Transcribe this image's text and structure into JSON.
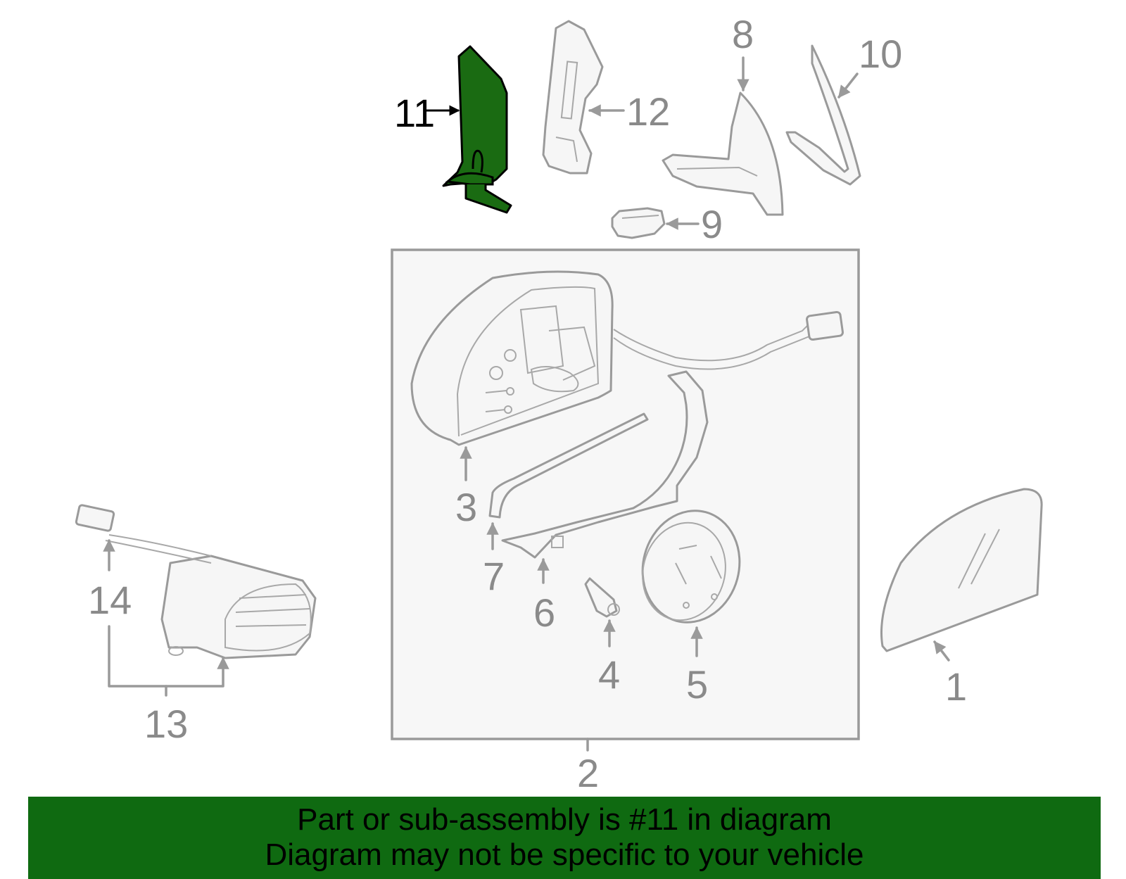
{
  "diagram": {
    "highlight_color": "#1a6b12",
    "line_color": "#9a9a9a",
    "labels": {
      "l1": "1",
      "l2": "2",
      "l3": "3",
      "l4": "4",
      "l5": "5",
      "l6": "6",
      "l7": "7",
      "l8": "8",
      "l9": "9",
      "l10": "10",
      "l11": "11",
      "l12": "12",
      "l13": "13",
      "l14": "14"
    }
  },
  "banner": {
    "line1": "Part or sub-assembly is #11 in diagram",
    "line2": "Diagram may not be specific to your vehicle",
    "background": "#0f6a11"
  }
}
